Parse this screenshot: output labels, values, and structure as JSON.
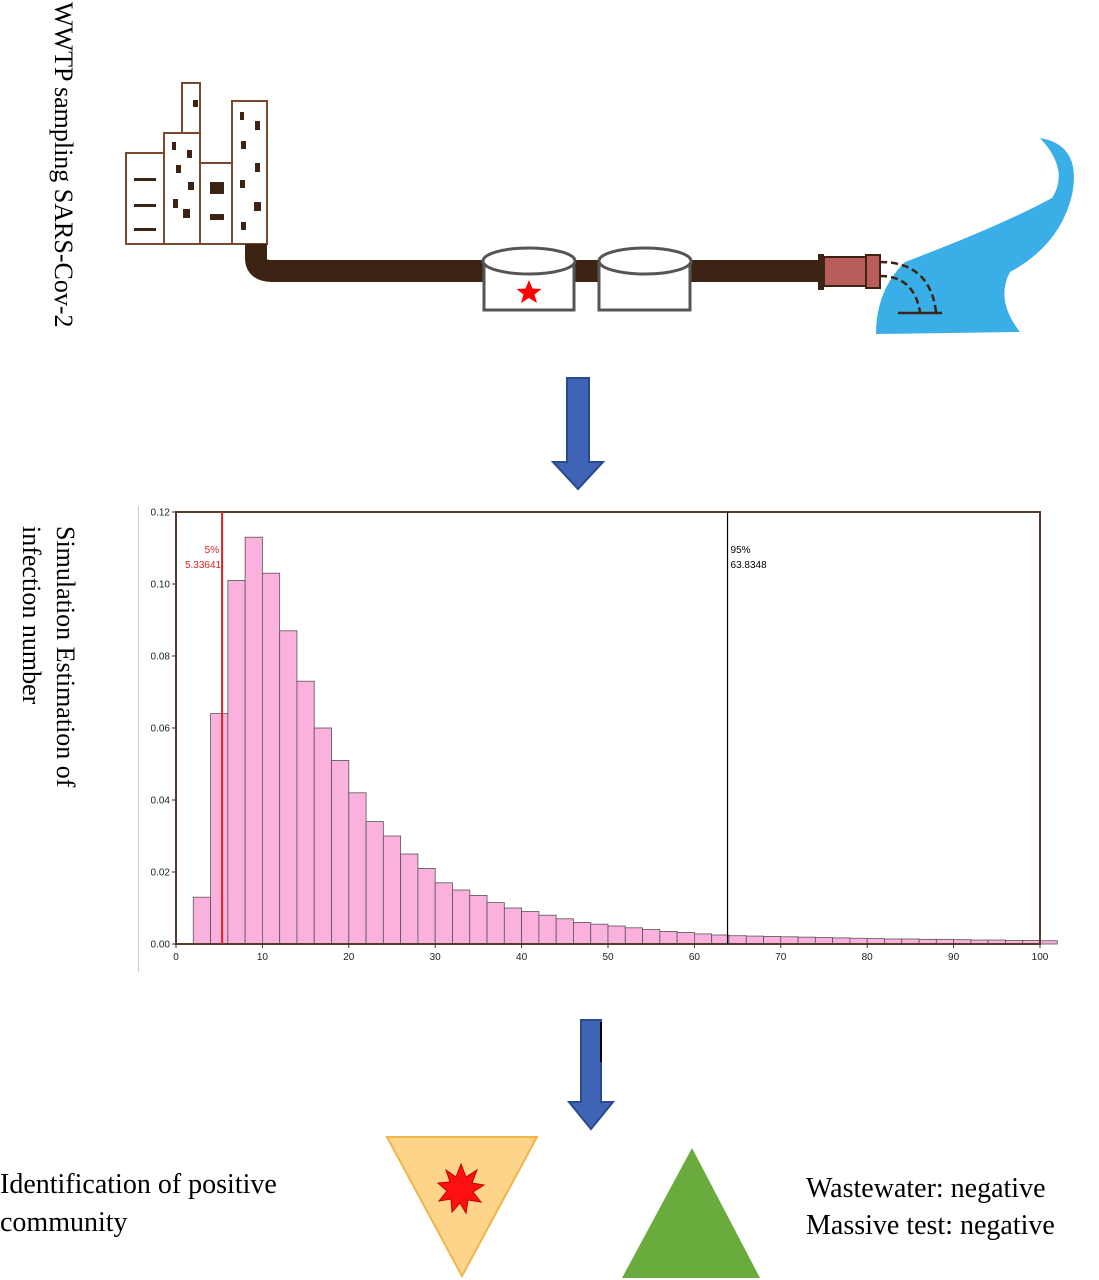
{
  "labels": {
    "sampling": "WWTP sampling SARS-Cov-2",
    "simulation_line1": "Simulation Estimation of",
    "simulation_line2": "infection number",
    "positive_line1": "Identification of positive",
    "positive_line2": "community",
    "wastewater": "Wastewater: negative",
    "massive_test": "Massive test: negative"
  },
  "colors": {
    "pipe": "#3d2314",
    "building_outline": "#7a4a2e",
    "window": "#3d2314",
    "outlet": "#b85c5c",
    "water": "#3aaee6",
    "arrow": "#3f63b5",
    "bar_fill": "#fab1dd",
    "bar_stroke": "#555555",
    "line_5pct": "#e02020",
    "line_95pct": "#000000",
    "triangle_orange": "#fdd48a",
    "triangle_green": "#6aab3e",
    "burst": "#ff1010",
    "star": "#ff0000"
  },
  "icons": {
    "buildings": "buildings-icon",
    "tank_marked": "tank-with-star-icon",
    "tank": "tank-icon",
    "outlet": "outlet-pipe-icon",
    "water": "water-wave-icon",
    "arrow1": "down-arrow-icon",
    "arrow2": "down-arrow-icon",
    "triangle_down": "inverted-triangle-icon",
    "burst": "burst-icon",
    "triangle_up": "triangle-icon"
  },
  "chart_data": {
    "type": "bar",
    "title": "",
    "xlabel": "",
    "ylabel": "",
    "xlim": [
      0,
      100
    ],
    "ylim": [
      0,
      0.12
    ],
    "x_ticks": [
      0,
      10,
      20,
      30,
      40,
      50,
      60,
      70,
      80,
      90,
      100
    ],
    "y_ticks": [
      0.0,
      0.02,
      0.04,
      0.06,
      0.08,
      0.1,
      0.12
    ],
    "y_tick_labels": [
      "0.00",
      "0.02",
      "0.04",
      "0.06",
      "0.08",
      "0.10",
      "0.12"
    ],
    "bin_width": 2,
    "bin_start": 2,
    "values": [
      0.013,
      0.064,
      0.101,
      0.113,
      0.103,
      0.087,
      0.073,
      0.06,
      0.051,
      0.042,
      0.034,
      0.03,
      0.025,
      0.021,
      0.017,
      0.015,
      0.0135,
      0.0115,
      0.01,
      0.009,
      0.008,
      0.007,
      0.006,
      0.0055,
      0.005,
      0.0045,
      0.004,
      0.0035,
      0.0032,
      0.0028,
      0.0025,
      0.0023,
      0.0022,
      0.0021,
      0.002,
      0.0019,
      0.0018,
      0.0017,
      0.0016,
      0.0015,
      0.0014,
      0.0014,
      0.0013,
      0.0013,
      0.0012,
      0.0011,
      0.0011,
      0.001,
      0.001,
      0.0009
    ],
    "markers": [
      {
        "x": 5.33641,
        "pct_label": "5%",
        "value_label": "5.33641"
      },
      {
        "x": 63.8348,
        "pct_label": "95%",
        "value_label": "63.8348"
      }
    ]
  }
}
